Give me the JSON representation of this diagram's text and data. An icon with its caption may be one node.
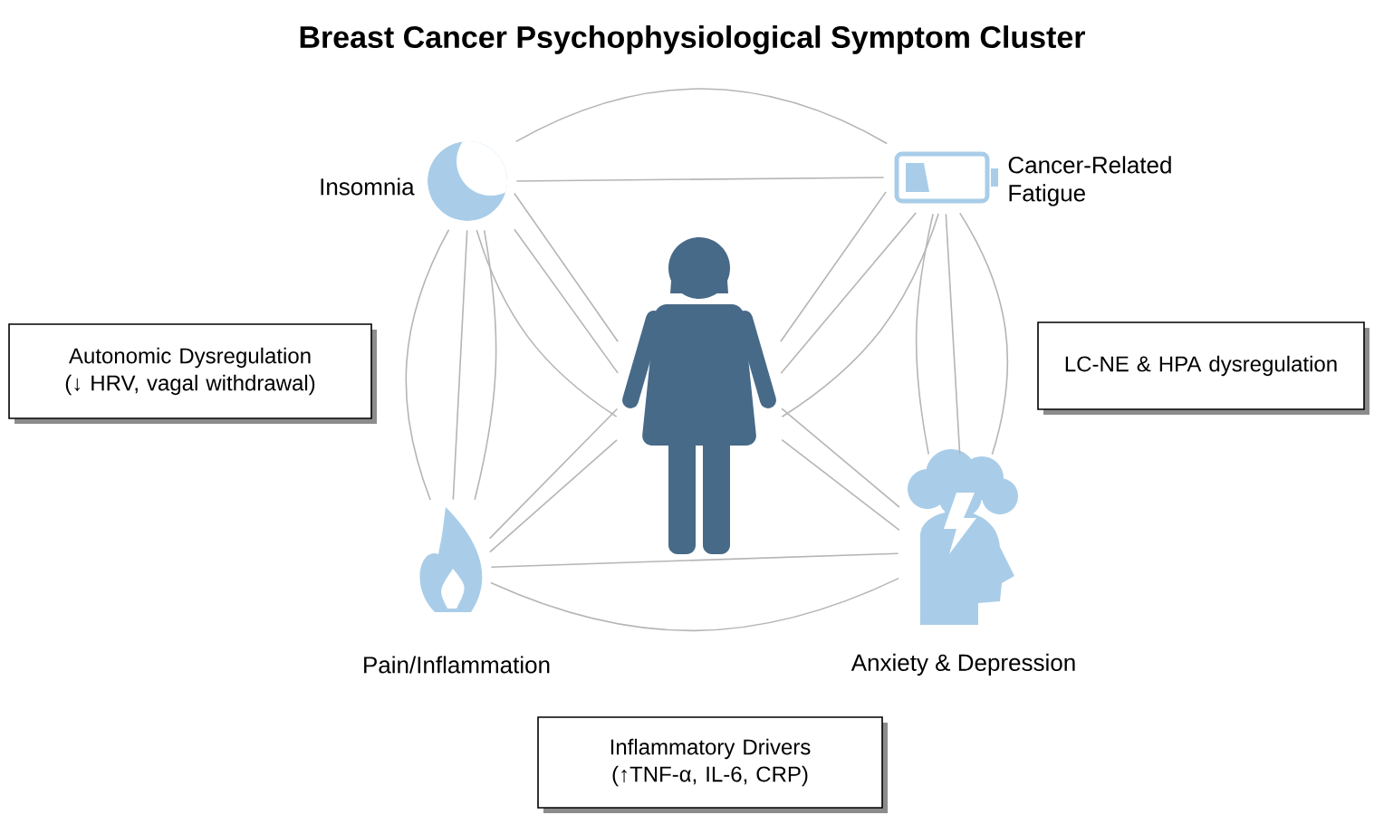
{
  "diagram": {
    "title": "Breast Cancer Psychophysiological Symptom Cluster",
    "nodes": [
      {
        "text": [],
        "shape": "moon",
        "beside": [
          "Insomnia"
        ]
      },
      {
        "text": [],
        "shape": "battery",
        "beside": [
          "Cancer-Related Fatigue"
        ]
      },
      {
        "text": [],
        "shape": "person"
      },
      {
        "text": [],
        "shape": "flame",
        "beside": [
          "Pain/Inflammation"
        ]
      },
      {
        "text": [],
        "shape": "head",
        "beside": [
          "Anxiety & Depression"
        ]
      },
      {
        "text": [
          "Autonomic Dysregulation (↓ HRV, vagal withdrawal)"
        ]
      },
      {
        "text": [
          "LC-NE & HPA dysregulation"
        ]
      },
      {
        "text": [
          "Inflammatory Drivers (↑TNF-α, IL-6, CRP)"
        ]
      }
    ],
    "edges": [
      {
        "from": 0,
        "to": 1,
        "arrow": "none"
      },
      {
        "from": 0,
        "to": 1,
        "arrow": "none"
      },
      {
        "from": 0,
        "to": 2,
        "arrow": "none"
      },
      {
        "from": 0,
        "to": 2,
        "arrow": "none"
      },
      {
        "from": 1,
        "to": 2,
        "arrow": "none"
      },
      {
        "from": 1,
        "to": 2,
        "arrow": "none"
      },
      {
        "from": 0,
        "to": 3,
        "arrow": "none"
      },
      {
        "from": 0,
        "to": 3,
        "arrow": "none"
      },
      {
        "from": 0,
        "to": 3,
        "arrow": "none"
      },
      {
        "from": 1,
        "to": 4,
        "arrow": "none"
      },
      {
        "from": 1,
        "to": 4,
        "arrow": "none"
      },
      {
        "from": 1,
        "to": 4,
        "arrow": "none"
      },
      {
        "from": 3,
        "to": 2,
        "arrow": "none"
      },
      {
        "from": 3,
        "to": 2,
        "arrow": "none"
      },
      {
        "from": 4,
        "to": 2,
        "arrow": "none"
      },
      {
        "from": 4,
        "to": 2,
        "arrow": "none"
      },
      {
        "from": 3,
        "to": 4,
        "arrow": "none"
      },
      {
        "from": 3,
        "to": 4,
        "arrow": "none"
      },
      {
        "from": 0,
        "to": 2,
        "arrow": "none"
      },
      {
        "from": 1,
        "to": 2,
        "arrow": "none"
      }
    ]
  }
}
